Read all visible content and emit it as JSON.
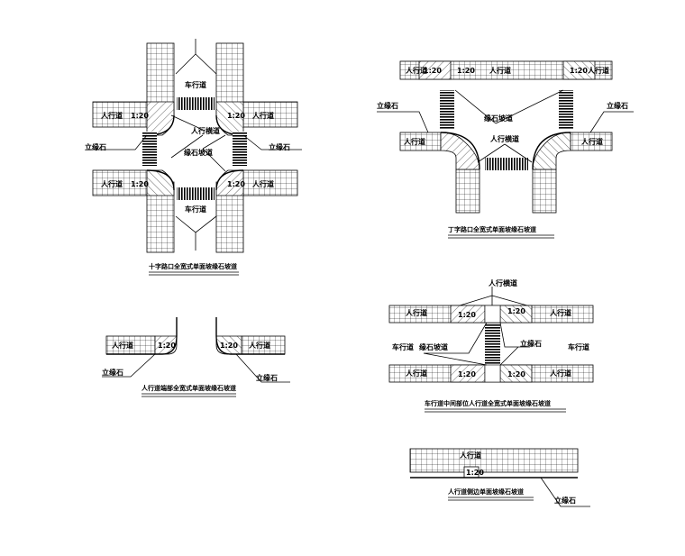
{
  "labels": {
    "sidewalk": "人行道",
    "carriageway": "车行道",
    "curb": "立缘石",
    "crosswalk": "人行横道",
    "curb_ramp": "缘石坡道",
    "slope": "1:20"
  },
  "titles": {
    "cross": "十字路口全宽式单面坡缘石坡道",
    "tee": "丁字路口全宽式单面坡缘石坡道",
    "end": "人行道端部全宽式单面坡缘石坡道",
    "mid": "车行道中间部位人行道全宽式单面坡缘石坡道",
    "side": "人行道侧边单面坡缘石坡道"
  }
}
